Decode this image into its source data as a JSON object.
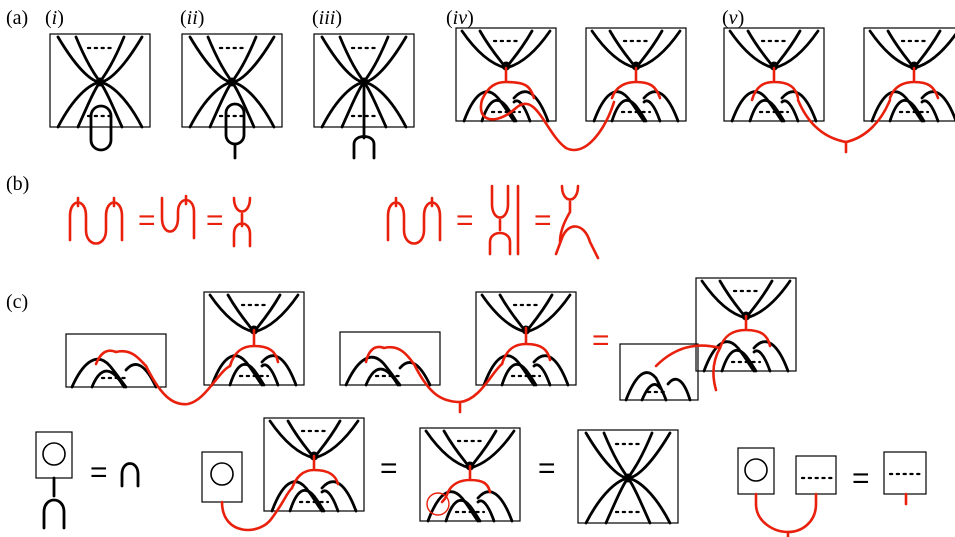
{
  "labels": {
    "panel_a": "(a)",
    "panel_b": "(b)",
    "panel_c": "(c)",
    "sub_i": "i",
    "sub_ii": "ii",
    "sub_iii": "iii",
    "sub_iv": "iv",
    "sub_v": "v"
  },
  "symbols": {
    "equals": "=",
    "cap": "∩"
  },
  "colors": {
    "red_strand": "#e8200c",
    "black_strand": "#000000"
  }
}
